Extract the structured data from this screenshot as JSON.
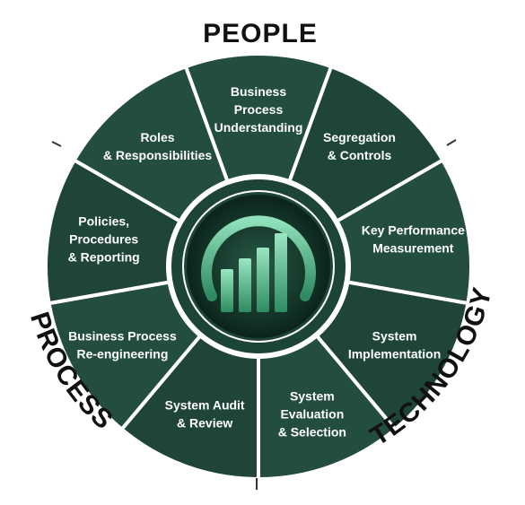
{
  "diagram": {
    "categories": {
      "people": "PEOPLE",
      "process": "PROCESS",
      "technology": "TECHNOLOGY"
    },
    "segments": [
      {
        "id": "business-process-understanding",
        "lines": [
          "Business",
          "Process",
          "Understanding"
        ]
      },
      {
        "id": "segregation-controls",
        "lines": [
          "Segregation",
          "& Controls"
        ]
      },
      {
        "id": "key-performance-measurement",
        "lines": [
          "Key Performance",
          "Measurement"
        ]
      },
      {
        "id": "system-implementation",
        "lines": [
          "System",
          "Implementation"
        ]
      },
      {
        "id": "system-evaluation-selection",
        "lines": [
          "System",
          "Evaluation",
          "& Selection"
        ]
      },
      {
        "id": "system-audit-review",
        "lines": [
          "System Audit",
          "& Review"
        ]
      },
      {
        "id": "business-process-reengineering",
        "lines": [
          "Business Process",
          "Re-engineering"
        ]
      },
      {
        "id": "policies-procedures-reporting",
        "lines": [
          "Policies,",
          "Procedures",
          "& Reporting"
        ]
      },
      {
        "id": "roles-responsibilities",
        "lines": [
          "Roles",
          "& Responsibilities"
        ]
      }
    ],
    "center_icon": "bar-chart-icon",
    "colors": {
      "segment_dark": "#1e4536",
      "segment_mid": "#234d3d",
      "divider": "#ffffff",
      "hub_dark": "#0f2a20",
      "hub_ring": "#5fbf94",
      "icon": "#6fcfa3"
    }
  }
}
